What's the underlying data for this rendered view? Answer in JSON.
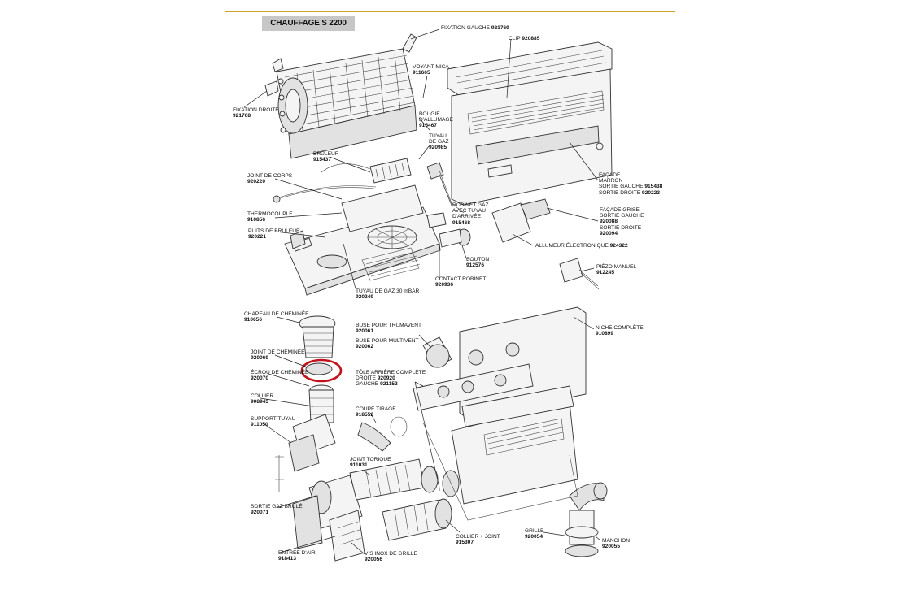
{
  "title": "CHAUFFAGE S 2200",
  "colors": {
    "rule": "#c9a227",
    "title_bg": "#c7c7c7",
    "highlight": "#c2121b"
  },
  "labels": {
    "fixation_gauche": {
      "name": "FIXATION GAUCHE",
      "code": "921769"
    },
    "voyant_mica": {
      "name": "VOYANT MICA",
      "code": "911665"
    },
    "clip": {
      "name": "CLIP",
      "code": "920885"
    },
    "fixation_droite": {
      "name": "FIXATION DROITE",
      "code": "921768"
    },
    "bougie": {
      "name": "BOUGIE D'ALLUMAGE",
      "code": "915467"
    },
    "tuyau_gaz": {
      "name": "TUYAU DE GAZ",
      "code": "920985"
    },
    "bruleur": {
      "name": "BRÛLEUR",
      "code": "915437"
    },
    "joint_corps": {
      "name": "JOINT DE CORPS",
      "code": "920220"
    },
    "facade_marron": {
      "name": "FAÇADE MARRON",
      "line2": "SORTIE GAUCHE",
      "code2": "915438",
      "line3": "SORTIE DROITE",
      "code3": "920223"
    },
    "robinet": {
      "name": "ROBINET GAZ AVEC TUYAU D'ARRIVÉE",
      "code": "915468"
    },
    "thermocouple": {
      "name": "THERMOCOUPLE",
      "code": "910856"
    },
    "facade_grise": {
      "name": "FAÇADE GRISE",
      "line2": "SORTIE GAUCHE",
      "code2": "920088",
      "line3": "SORTIE DROITE",
      "code3": "920094"
    },
    "puits": {
      "name": "PUITS DE BRÛLEUR",
      "code": "920221"
    },
    "allumeur": {
      "name": "ALLUMEUR ÉLECTRONIQUE",
      "code": "924322"
    },
    "bouton": {
      "name": "BOUTON",
      "code": "912576"
    },
    "piezo": {
      "name": "PIÉZO MANUEL",
      "code": "912245"
    },
    "contact": {
      "name": "CONTACT ROBINET",
      "code": "920936"
    },
    "tuyau_30": {
      "name": "TUYAU DE GAZ 30 mBAR",
      "code": "920249"
    },
    "chapeau": {
      "name": "CHAPEAU DE CHEMINÉE",
      "code": "910656"
    },
    "buse_truma": {
      "name": "BUSE POUR TRUMAVENT",
      "code": "920061"
    },
    "buse_multi": {
      "name": "BUSE POUR MULTIVENT",
      "code": "920062"
    },
    "niche": {
      "name": "NICHE COMPLÈTE",
      "code": "910899"
    },
    "joint_cheminee": {
      "name": "JOINT DE CHEMINÉE",
      "code": "920069"
    },
    "ecrou": {
      "name": "ÉCROU DE CHEMINÉE",
      "code": "920070"
    },
    "tole": {
      "name": "TÔLE ARRIÈRE COMPLÈTE",
      "line2": "DROITE",
      "code2": "920920",
      "line3": "GAUCHE",
      "code3": "921152"
    },
    "collier": {
      "name": "COLLIER",
      "code": "908943"
    },
    "coupe_tirage": {
      "name": "COUPE TIRAGE",
      "code": "918552"
    },
    "support": {
      "name": "SUPPORT TUYAU",
      "code": "911050"
    },
    "joint_torique": {
      "name": "JOINT TORIQUE",
      "code": "911031"
    },
    "sortie_gaz": {
      "name": "SORTIE GAZ BRÛLÉ",
      "code": "920071"
    },
    "collier_joint": {
      "name": "COLLIER + JOINT",
      "code": "915307"
    },
    "grille": {
      "name": "GRILLE",
      "code": "920054"
    },
    "manchon": {
      "name": "MANCHON",
      "code": "920055"
    },
    "entree": {
      "name": "ENTRÉE D'AIR",
      "code": "918413"
    },
    "vis": {
      "name": "VIS INOX DE GRILLE",
      "code": "920056"
    }
  }
}
